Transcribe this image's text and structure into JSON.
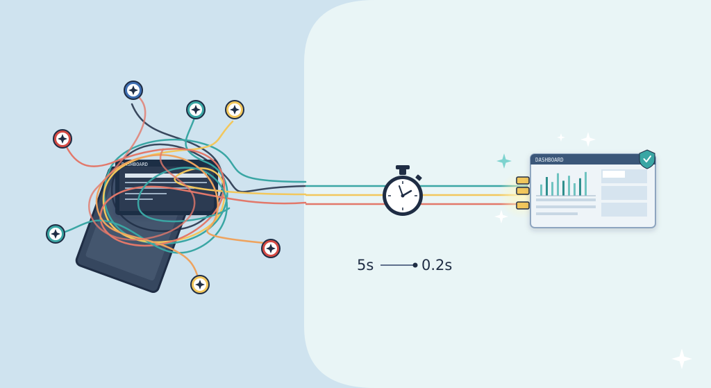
{
  "illustration": {
    "legacy_dashboard": {
      "label": "DASHBOARD"
    },
    "modern_dashboard": {
      "label": "DASHBOARD",
      "bar_chart_values": [
        0.45,
        0.75,
        0.55,
        0.9,
        0.6,
        0.8,
        0.5,
        0.7,
        0.95
      ]
    },
    "speed": {
      "from": "5s",
      "to": "0.2s"
    },
    "colors": {
      "background_left": "#cfe3ef",
      "background_right": "#e9f5f6",
      "navy": "#1f2d44",
      "teal": "#3aa6a4",
      "yellow": "#f2c75c",
      "coral": "#e2786a",
      "blue": "#3f6fb3",
      "red": "#d44a44",
      "orange": "#eea35e"
    },
    "icons": [
      "connector-plug-icon",
      "stopwatch-icon",
      "shield-check-icon",
      "sparkle-icon"
    ]
  }
}
